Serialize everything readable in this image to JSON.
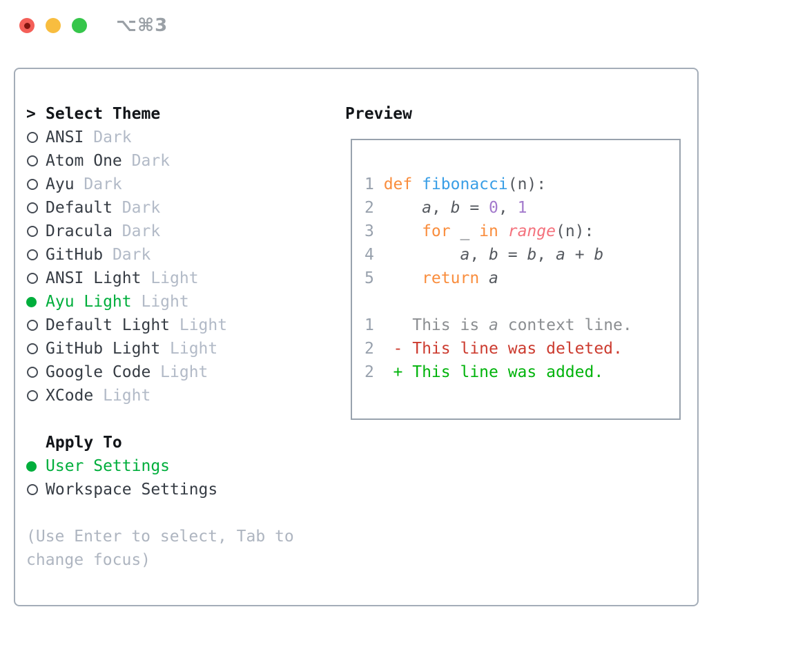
{
  "titlebar": {
    "shortcut": "⌥⌘3",
    "buttons": [
      "close",
      "minimize",
      "zoom"
    ]
  },
  "theme_picker": {
    "header": {
      "prefix": ">",
      "label": "Select Theme"
    },
    "items": [
      {
        "name": "ANSI",
        "variant": "Dark",
        "selected": false
      },
      {
        "name": "Atom One",
        "variant": "Dark",
        "selected": false
      },
      {
        "name": "Ayu",
        "variant": "Dark",
        "selected": false
      },
      {
        "name": "Default",
        "variant": "Dark",
        "selected": false
      },
      {
        "name": "Dracula",
        "variant": "Dark",
        "selected": false
      },
      {
        "name": "GitHub",
        "variant": "Dark",
        "selected": false
      },
      {
        "name": "ANSI Light",
        "variant": "Light",
        "selected": false
      },
      {
        "name": "Ayu Light",
        "variant": "Light",
        "selected": true
      },
      {
        "name": "Default Light",
        "variant": "Light",
        "selected": false
      },
      {
        "name": "GitHub Light",
        "variant": "Light",
        "selected": false
      },
      {
        "name": "Google Code",
        "variant": "Light",
        "selected": false
      },
      {
        "name": "XCode",
        "variant": "Light",
        "selected": false
      }
    ],
    "apply_to": {
      "label": "Apply To",
      "options": [
        {
          "name": "User Settings",
          "selected": true
        },
        {
          "name": "Workspace Settings",
          "selected": false
        }
      ]
    },
    "hint": "(Use Enter to select, Tab to change focus)"
  },
  "preview": {
    "label": "Preview",
    "lines": [
      {
        "num": "1",
        "segs": [
          {
            "t": "def",
            "c": "kw"
          },
          {
            "t": " "
          },
          {
            "t": "fibonacci",
            "c": "fn"
          },
          {
            "t": "(n):"
          }
        ]
      },
      {
        "num": "2",
        "segs": [
          {
            "t": "    "
          },
          {
            "t": "a",
            "i": true
          },
          {
            "t": ", "
          },
          {
            "t": "b",
            "i": true
          },
          {
            "t": " = "
          },
          {
            "t": "0",
            "c": "num"
          },
          {
            "t": ", "
          },
          {
            "t": "1",
            "c": "num"
          }
        ]
      },
      {
        "num": "3",
        "segs": [
          {
            "t": "    "
          },
          {
            "t": "for",
            "c": "kw"
          },
          {
            "t": " _ "
          },
          {
            "t": "in",
            "c": "kw"
          },
          {
            "t": " "
          },
          {
            "t": "range",
            "c": "coral",
            "i": true
          },
          {
            "t": "(n):"
          }
        ]
      },
      {
        "num": "4",
        "segs": [
          {
            "t": "        "
          },
          {
            "t": "a",
            "i": true
          },
          {
            "t": ", "
          },
          {
            "t": "b",
            "i": true
          },
          {
            "t": " = "
          },
          {
            "t": "b",
            "i": true
          },
          {
            "t": ", "
          },
          {
            "t": "a",
            "i": true
          },
          {
            "t": " + "
          },
          {
            "t": "b",
            "i": true
          }
        ]
      },
      {
        "num": "5",
        "segs": [
          {
            "t": "    "
          },
          {
            "t": "return",
            "c": "kw"
          },
          {
            "t": " "
          },
          {
            "t": "a",
            "i": true
          }
        ]
      },
      {
        "num": "",
        "segs": []
      },
      {
        "num": "1",
        "segs": [
          {
            "t": "   "
          },
          {
            "t": "This is ",
            "c": "ctx"
          },
          {
            "t": "a",
            "c": "ctx",
            "i": true
          },
          {
            "t": " context line.",
            "c": "ctx"
          }
        ]
      },
      {
        "num": "2",
        "segs": [
          {
            "t": " "
          },
          {
            "t": "- This line was deleted.",
            "c": "del"
          }
        ]
      },
      {
        "num": "2",
        "segs": [
          {
            "t": " "
          },
          {
            "t": "+ This line was added.",
            "c": "add"
          }
        ]
      }
    ]
  },
  "colors": {
    "accent_green": "#00ae3c",
    "traffic_red": "#f45f58",
    "traffic_yellow": "#f8bd3f",
    "traffic_green": "#36c64b",
    "item_text": "#363c44",
    "variant_text": "#b2bac7",
    "hint_text": "#aeb5c0",
    "panel_border": "#a4adb8",
    "code_foreground": "#55595f",
    "code_line_number": "#98a1ad",
    "code_keyword_orange": "#f98d3d",
    "code_function_blue": "#399ee6",
    "code_number_purple": "#a37acc",
    "code_call_coral": "#f4727d",
    "diff_context_gray": "#8b8e91",
    "diff_deleted_red": "#cc3b2f",
    "diff_added_green": "#00b30b"
  }
}
